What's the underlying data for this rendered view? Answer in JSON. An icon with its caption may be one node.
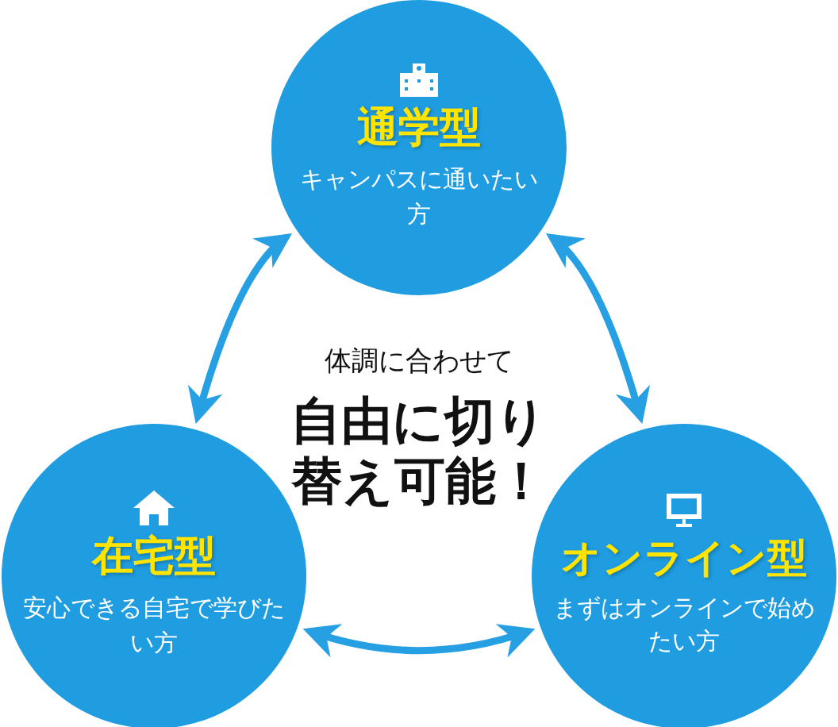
{
  "diagram": {
    "nodes": [
      {
        "text": [
          "通学型",
          "キャンパスに通いたい方"
        ]
      },
      {
        "text": [
          "在宅型",
          "安心できる自宅で学びたい方"
        ]
      },
      {
        "text": [
          "オンライン型",
          "まずはオンラインで始めたい方"
        ]
      }
    ],
    "edges": [
      {
        "from": 0,
        "to": 1,
        "arrow": "both"
      },
      {
        "from": 0,
        "to": 2,
        "arrow": "both"
      },
      {
        "from": 1,
        "to": 2,
        "arrow": "both"
      }
    ],
    "labels": [
      "体調に合わせて",
      "自由に切り替え可能！"
    ]
  }
}
